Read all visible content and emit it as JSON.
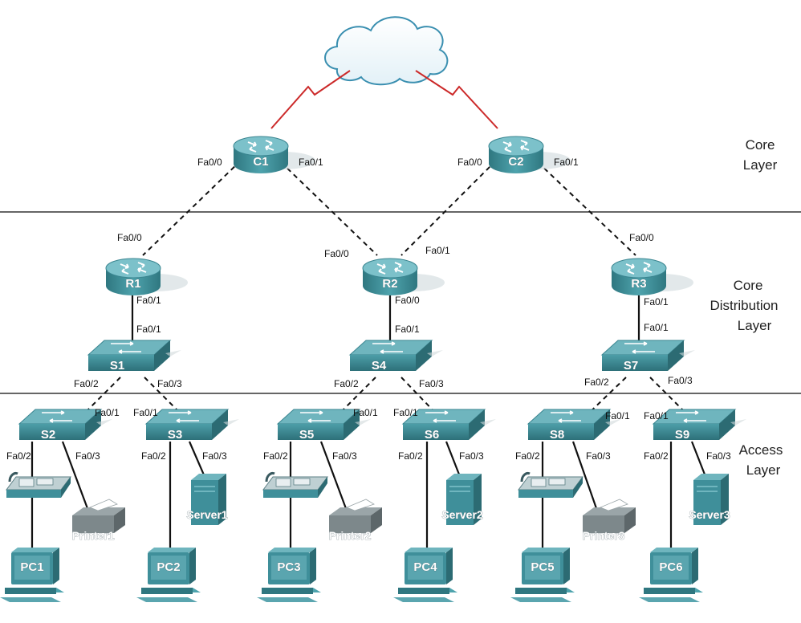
{
  "layers": {
    "core": [
      "Core",
      "Layer"
    ],
    "distribution": [
      "Core",
      "Distribution",
      "Layer"
    ],
    "access": [
      "Access",
      "Layer"
    ]
  },
  "routers": {
    "c1": "C1",
    "c2": "C2",
    "r1": "R1",
    "r2": "R2",
    "r3": "R3"
  },
  "switches": {
    "s1": "S1",
    "s4": "S4",
    "s7": "S7",
    "s2": "S2",
    "s3": "S3",
    "s5": "S5",
    "s6": "S6",
    "s8": "S8",
    "s9": "S9"
  },
  "pcs": {
    "pc1": "PC1",
    "pc2": "PC2",
    "pc3": "PC3",
    "pc4": "PC4",
    "pc5": "PC5",
    "pc6": "PC6"
  },
  "servers": {
    "server1": "Server1",
    "server2": "Server2",
    "server3": "Server3"
  },
  "printers": {
    "printer1": "Printer1",
    "printer2": "Printer2",
    "printer3": "Printer3"
  },
  "ports": {
    "c1_fa00": "Fa0/0",
    "c1_fa01": "Fa0/1",
    "c2_fa00": "Fa0/0",
    "c2_fa01": "Fa0/1",
    "r1_fa00": "Fa0/0",
    "r1_fa01": "Fa0/1",
    "r2_fa00_left": "Fa0/0",
    "r2_fa01": "Fa0/1",
    "r2_fa00": "Fa0/0",
    "r3_fa00": "Fa0/0",
    "r3_fa01": "Fa0/1",
    "s1_fa01": "Fa0/1",
    "s1_fa02": "Fa0/2",
    "s1_fa03": "Fa0/3",
    "s4_fa01": "Fa0/1",
    "s4_fa02": "Fa0/2",
    "s4_fa03": "Fa0/3",
    "s7_fa01": "Fa0/1",
    "s7_fa02": "Fa0/2",
    "s7_fa03": "Fa0/3",
    "s2_fa01": "Fa0/1",
    "s2_fa02": "Fa0/2",
    "s2_fa03": "Fa0/3",
    "s3_fa01": "Fa0/1",
    "s3_fa02": "Fa0/2",
    "s3_fa03": "Fa0/3",
    "s5_fa01": "Fa0/1",
    "s5_fa02": "Fa0/2",
    "s5_fa03": "Fa0/3",
    "s6_fa01": "Fa0/1",
    "s6_fa02": "Fa0/2",
    "s6_fa03": "Fa0/3",
    "s8_fa01": "Fa0/1",
    "s8_fa02": "Fa0/2",
    "s8_fa03": "Fa0/3",
    "s9_fa01": "Fa0/1",
    "s9_fa02": "Fa0/2",
    "s9_fa03": "Fa0/3"
  },
  "colors": {
    "device": "#3f8f9a",
    "device_top": "#6fb5be",
    "wan_link": "#cc2a2a",
    "layer_divider": "#333333",
    "cloud_stroke": "#3a8fb0"
  }
}
